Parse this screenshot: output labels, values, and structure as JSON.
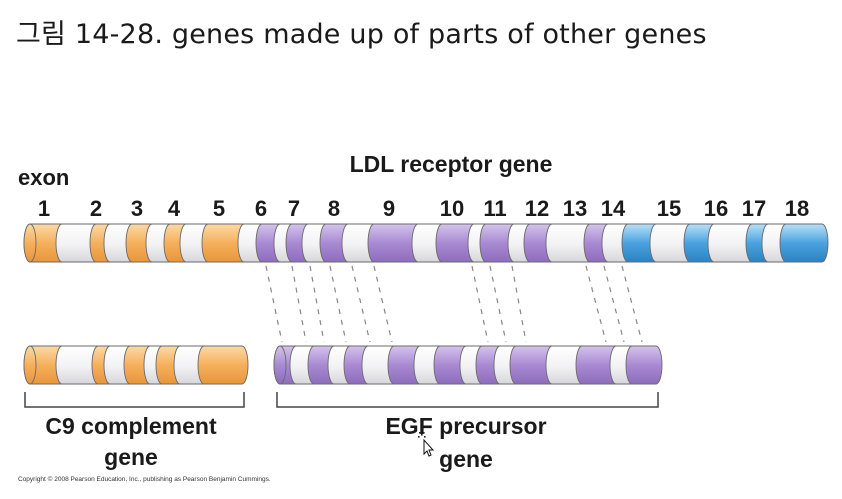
{
  "slide": {
    "title": "그림 14-28.  genes made up of parts of other genes"
  },
  "figure": {
    "top_gene_label": "LDL receptor gene",
    "exon_label": "exon",
    "exon_numbers": [
      "1",
      "2",
      "3",
      "4",
      "5",
      "6",
      "7",
      "8",
      "9",
      "10",
      "11",
      "12",
      "13",
      "14",
      "15",
      "16",
      "17",
      "18"
    ],
    "c9_label_line1": "C9 complement",
    "c9_label_line2": "gene",
    "egf_label_line1": "EGF precursor",
    "egf_label_line2": "gene",
    "colors": {
      "c9_exon": "#f5b05c",
      "egf_exon": "#a98ad2",
      "ldl_own_exon": "#4aa3df",
      "intron": "#f4f4f6",
      "outline": "#555555"
    }
  },
  "copyright": "Copyright © 2008 Pearson Education, Inc., publishing as Pearson Benjamin Cummings."
}
